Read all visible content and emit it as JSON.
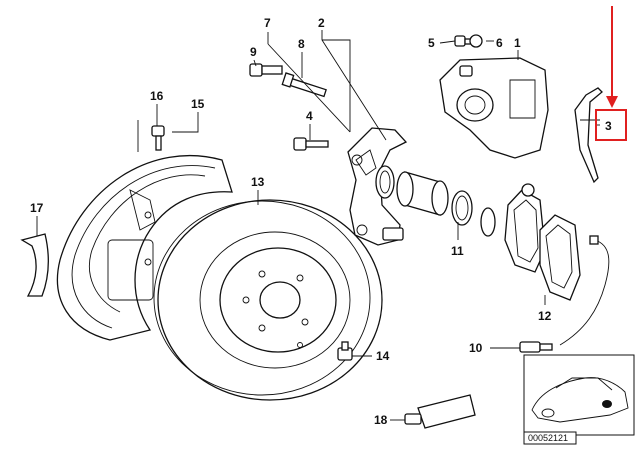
{
  "diagram": {
    "callouts": [
      "1",
      "2",
      "3",
      "4",
      "5",
      "6",
      "7",
      "8",
      "9",
      "10",
      "11",
      "12",
      "13",
      "14",
      "15",
      "16",
      "17",
      "18"
    ],
    "highlight": {
      "label": "3",
      "color": "#e02020"
    },
    "car_inset": {
      "code": "00052121"
    }
  }
}
